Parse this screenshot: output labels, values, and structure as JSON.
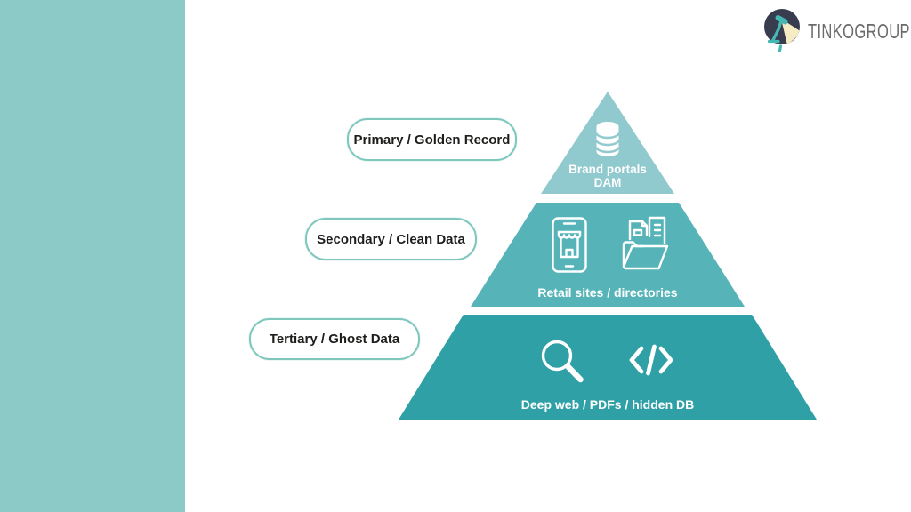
{
  "logo": {
    "company": "TINKOGROUP",
    "circle_color": "#373D4F",
    "lamp_color": "#45B8B3",
    "light_color": "#F6ECC4",
    "text_color": "#6A6A6A"
  },
  "tier_labels": [
    {
      "label": "Primary / Golden Record"
    },
    {
      "label": "Secondary / Clean Data"
    },
    {
      "label": "Tertiary / Ghost Data"
    }
  ],
  "pyramid": {
    "tier1": {
      "line1": "Brand portals",
      "line2": "DAM",
      "color": "#90C9CE",
      "icon": "database-icon"
    },
    "tier2": {
      "label": "Retail sites / directories",
      "color": "#56B4B8",
      "icons": [
        "smartphone-store-icon",
        "folder-documents-icon"
      ]
    },
    "tier3": {
      "label": "Deep web / PDFs / hidden DB",
      "color": "#2FA0A6",
      "icons": [
        "magnifier-icon",
        "code-icon"
      ]
    }
  },
  "colors": {
    "left_band": "#8BCAC6",
    "pill_border": "#7FC7BD",
    "pill_text": "#1D1D1B",
    "background": "#FFFFFF"
  }
}
